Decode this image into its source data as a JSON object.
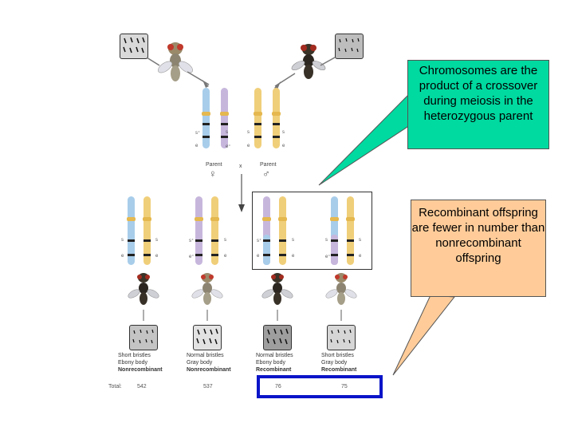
{
  "callouts": {
    "crossover": "Chromosomes are the product of a crossover during meiosis in the heterozygous parent",
    "recombinant": "Recombinant offspring are fewer in number than nonrecombinant offspring"
  },
  "parents": {
    "female_label": "Parent",
    "female_symbol": "♀",
    "male_label": "Parent",
    "male_symbol": "♂",
    "cross_symbol": "x"
  },
  "parent_alleles": {
    "female": [
      "s⁺",
      "s",
      "e",
      "e⁺"
    ],
    "male": [
      "s",
      "s",
      "e",
      "e"
    ]
  },
  "offspring": [
    {
      "allele_left": "s",
      "allele_right": "s",
      "allele_left2": "e",
      "allele_right2": "e",
      "phenotype1": "Short bristles",
      "phenotype2": "Ebony body",
      "type": "Nonrecombinant",
      "total": "542"
    },
    {
      "allele_left": "s⁺",
      "allele_right": "s",
      "allele_left2": "e⁺",
      "allele_right2": "e",
      "phenotype1": "Normal bristles",
      "phenotype2": "Gray body",
      "type": "Nonrecombinant",
      "total": "537"
    },
    {
      "allele_left": "s⁺",
      "allele_right": "s",
      "allele_left2": "e",
      "allele_right2": "e",
      "phenotype1": "Normal bristles",
      "phenotype2": "Ebony body",
      "type": "Recombinant",
      "total": "76"
    },
    {
      "allele_left": "s",
      "allele_right": "s",
      "allele_left2": "e⁺",
      "allele_right2": "e",
      "phenotype1": "Short bristles",
      "phenotype2": "Gray body",
      "type": "Recombinant",
      "total": "75"
    }
  ],
  "totals_label": "Total:",
  "colors": {
    "blue_chromosome": "#a8cdea",
    "purple_chromosome": "#c7b6dc",
    "yellow_chromosome": "#f0cf7a",
    "green_callout": "#00d9a0",
    "orange_callout": "#ffcc99",
    "totals_box": "#0a14c8"
  }
}
